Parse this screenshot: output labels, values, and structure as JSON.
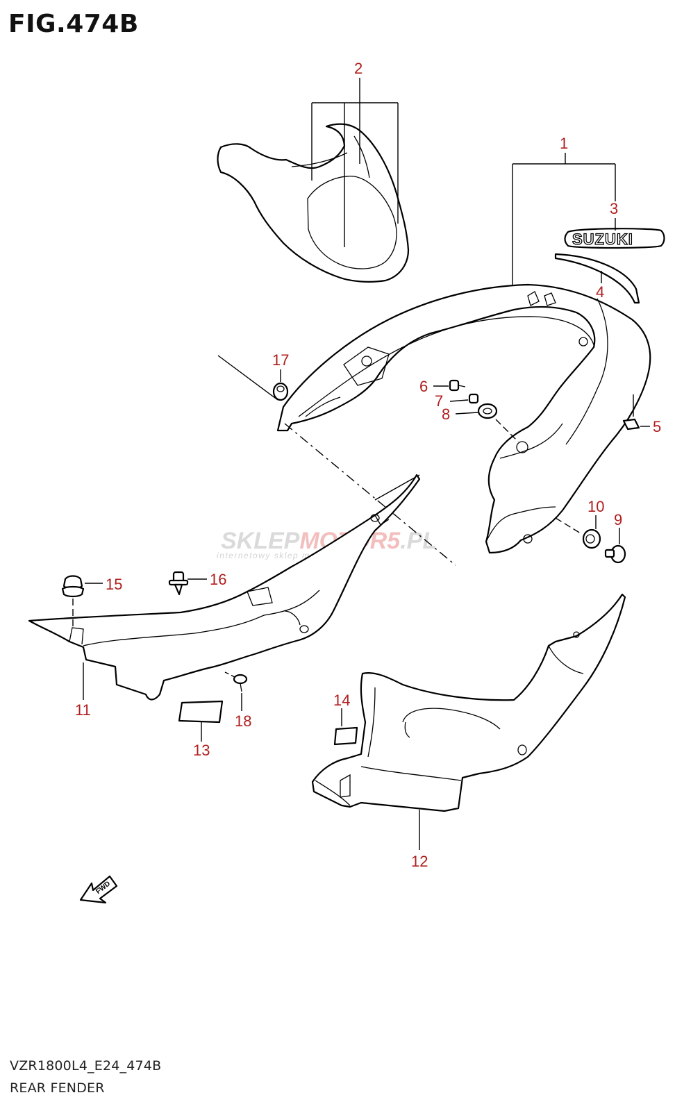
{
  "figure": {
    "title": "FIG.474B",
    "model_code": "VZR1800L4_E24_474B",
    "section_name": "REAR FENDER"
  },
  "callouts": [
    "1",
    "2",
    "3",
    "4",
    "5",
    "6",
    "7",
    "8",
    "9",
    "10",
    "11",
    "12",
    "13",
    "14",
    "15",
    "16",
    "17",
    "18"
  ],
  "emblem_text": "SUZUKI",
  "fwd_text": "FWD",
  "watermark": {
    "brand_part1": "SKLEP",
    "brand_part2": "MOTO",
    "brand_part3": "R5",
    "brand_part4": ".PL",
    "tagline": "internetowy sklep motocyklowy"
  },
  "colors": {
    "callout": "#b01e1e",
    "line": "#000000",
    "watermark": "#d6d6d6",
    "watermark_accent": "#f2b7b7"
  }
}
